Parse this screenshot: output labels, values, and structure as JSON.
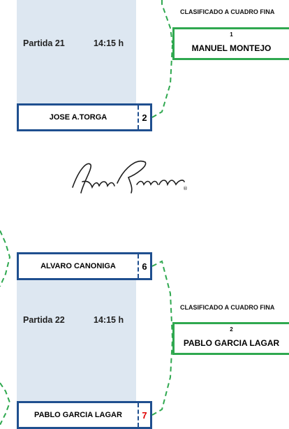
{
  "match21": {
    "label": "Partida 21",
    "time": "14:15 h",
    "player_bottom": {
      "name": "JOSE A.TORGA",
      "score": "2"
    },
    "qualified": {
      "label": "CLASIFICADO A CUADRO FINA",
      "seed": "1",
      "name": "MANUEL MONTEJO"
    }
  },
  "match22": {
    "label": "Partida 22",
    "time": "14:15 h",
    "player_top": {
      "name": "ALVARO CANONIGA",
      "score": "6"
    },
    "player_bottom": {
      "name": "PABLO GARCIA LAGAR",
      "score": "7"
    },
    "qualified": {
      "label": "CLASIFICADO A CUADRO FINA",
      "seed": "2",
      "name": "PABLO GARCIA LAGAR"
    }
  },
  "sponsor": {
    "logo_text": "Ivan Simonis",
    "registered_mark": "®"
  },
  "colors": {
    "panel": "#dde7f1",
    "player_border": "#1f4f8f",
    "qualified_border": "#2fa84f",
    "connector": "#2fa84f",
    "winner_score": "#e00000"
  }
}
